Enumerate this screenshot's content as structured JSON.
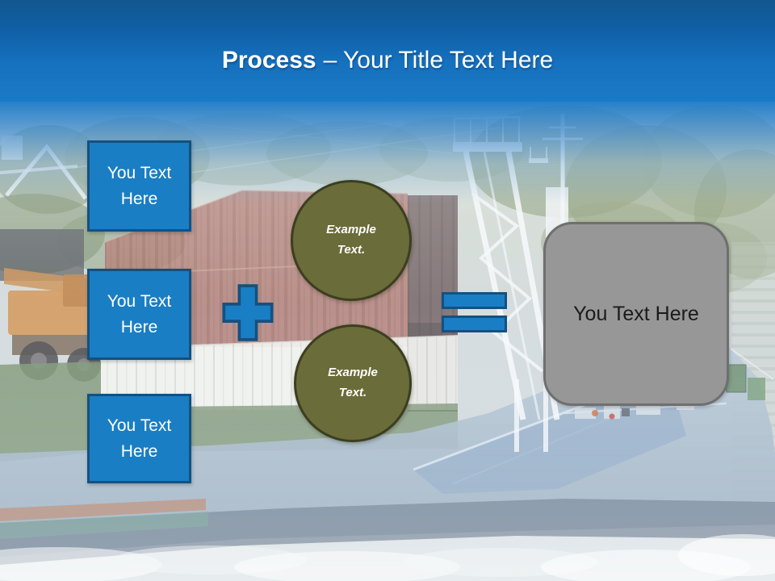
{
  "slide": {
    "title_emphasis": "Process",
    "title_rest": "– Your Title Text Here"
  },
  "process_diagram": {
    "input_boxes": [
      {
        "label": "You Text Here"
      },
      {
        "label": "You Text Here"
      },
      {
        "label": "You Text Here"
      }
    ],
    "example_circles": [
      {
        "label": "Example Text."
      },
      {
        "label": "Example Text."
      }
    ],
    "result_box": {
      "label": "You Text Here"
    },
    "icons": {
      "plus": "+",
      "equals": "="
    }
  },
  "colors": {
    "accentBlue": "#1A7EC4",
    "accentBlueDark": "#14517F",
    "olive": "#6A6C39",
    "oliveDark": "#3C3E20",
    "grayFill": "#979797",
    "grayBorder": "#6F6F6F",
    "headerTop": "#12578F",
    "headerBottom": "#1B7AC7",
    "titleColor": "#FFFFFF"
  }
}
